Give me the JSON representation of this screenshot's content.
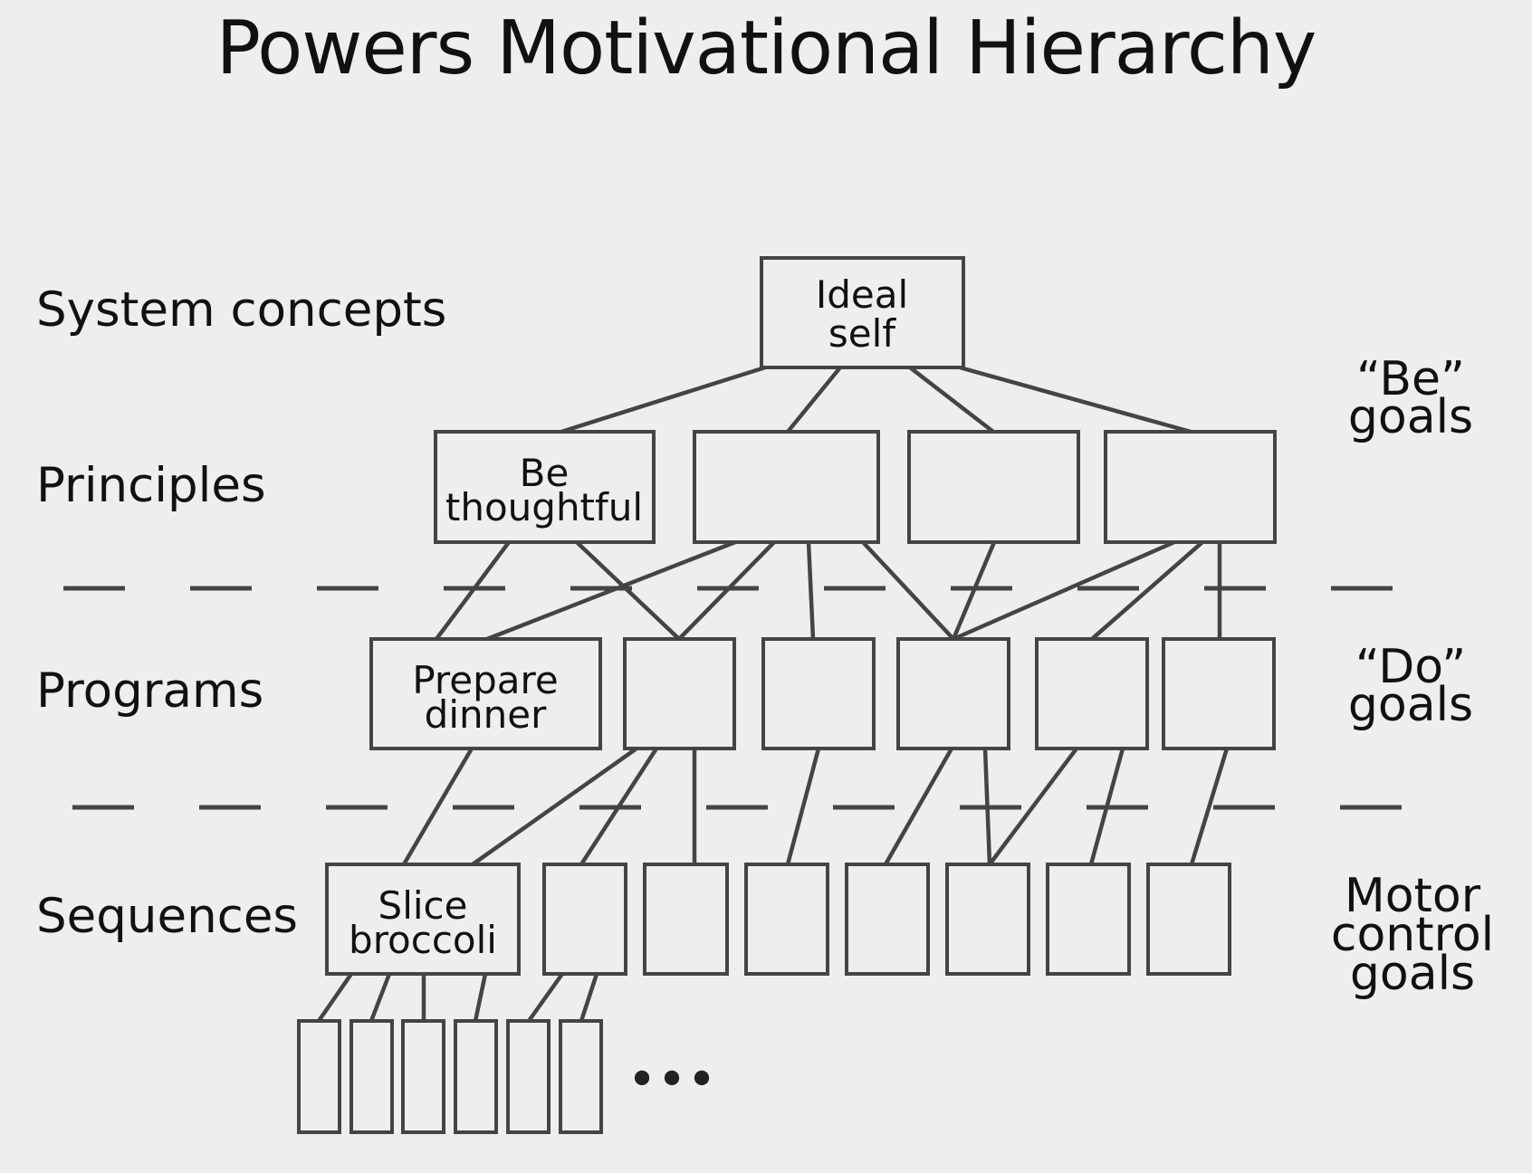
{
  "title": "Powers Motivational Hierarchy",
  "levels": {
    "system_concepts": "System concepts",
    "principles": "Principles",
    "programs": "Programs",
    "sequences": "Sequences"
  },
  "goals": {
    "be": {
      "line1": "“Be”",
      "line2": "goals"
    },
    "do": {
      "line1": "“Do”",
      "line2": "goals"
    },
    "motor": {
      "line1": "Motor",
      "line2": "control",
      "line3": "goals"
    }
  },
  "nodes": {
    "ideal_self": {
      "line1": "Ideal",
      "line2": "self"
    },
    "be_thoughtful": {
      "line1": "Be",
      "line2": "thoughtful"
    },
    "prepare_dinner": {
      "line1": "Prepare",
      "line2": "dinner"
    },
    "slice_broccoli": {
      "line1": "Slice",
      "line2": "broccoli"
    }
  },
  "ellipsis": "•••",
  "colors": {
    "background": "#eeeeee",
    "stroke": "#444444",
    "text": "#111111"
  }
}
